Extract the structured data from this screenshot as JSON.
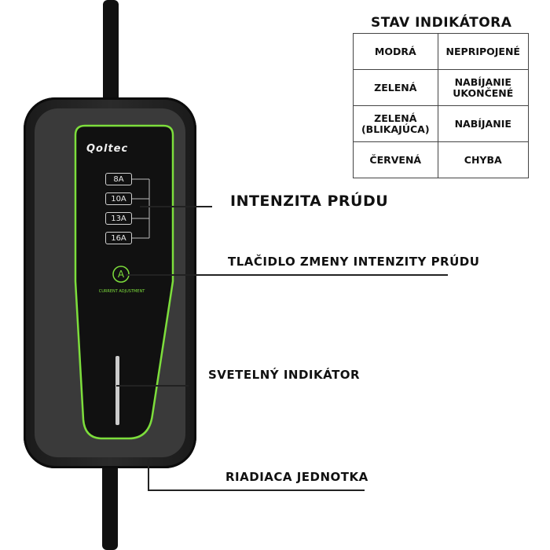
{
  "brand": "Qoltec",
  "amps": [
    "8A",
    "10A",
    "13A",
    "16A"
  ],
  "button": {
    "icon_letter": "A",
    "caption": "CURRENT ADJUSTMENT"
  },
  "labels": {
    "intensity": "INTENZITA PRÚDU",
    "button": "TLAČIDLO ZMENY INTENZITY PRÚDU",
    "light": "SVETELNÝ INDIKÁTOR",
    "control": "RIADIACA JEDNOTKA"
  },
  "state_table": {
    "title": "STAV INDIKÁTORA",
    "rows": [
      {
        "color": "MODRÁ",
        "state": "NEPRIPOJENÉ"
      },
      {
        "color": "ZELENÁ",
        "state": "NABÍJANIE UKONČENÉ"
      },
      {
        "color": "ZELENÁ (BLIKAJÚCA)",
        "state": "NABÍJANIE"
      },
      {
        "color": "ČERVENÁ",
        "state": "CHYBA"
      }
    ]
  },
  "colors": {
    "accent_green": "#7dde3c",
    "device_body": "#222222"
  }
}
